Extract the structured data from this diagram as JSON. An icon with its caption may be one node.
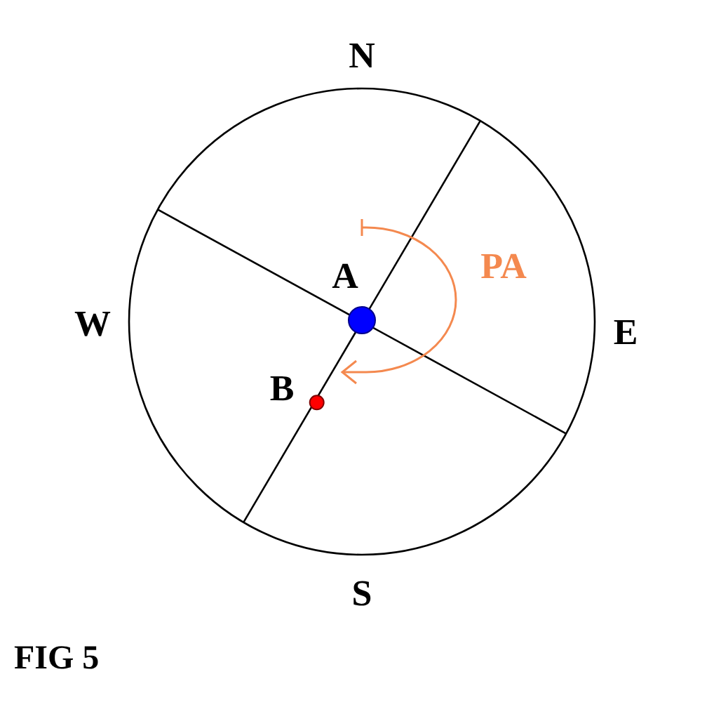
{
  "diagram": {
    "caption": "FIG 5",
    "labels": [
      "N",
      "A",
      "PA",
      "W",
      "E",
      "B",
      "S"
    ]
  }
}
